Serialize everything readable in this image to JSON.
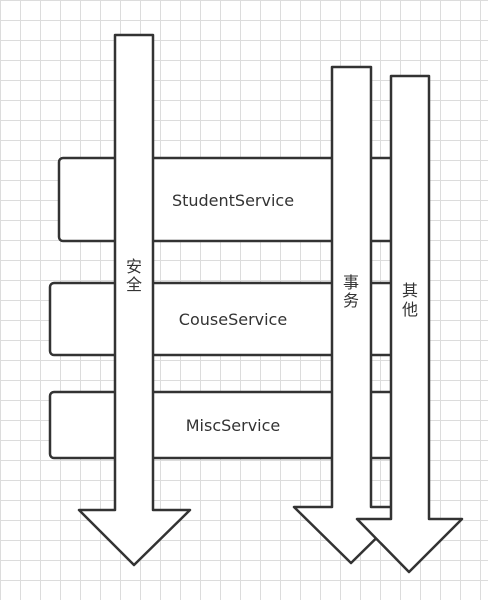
{
  "services": [
    {
      "label": "StudentService"
    },
    {
      "label": "CouseService"
    },
    {
      "label": "MiscService"
    }
  ],
  "concerns": [
    {
      "label_chars": [
        "安",
        "全"
      ]
    },
    {
      "label_chars": [
        "事",
        "务"
      ]
    },
    {
      "label_chars": [
        "其",
        "他"
      ]
    }
  ]
}
